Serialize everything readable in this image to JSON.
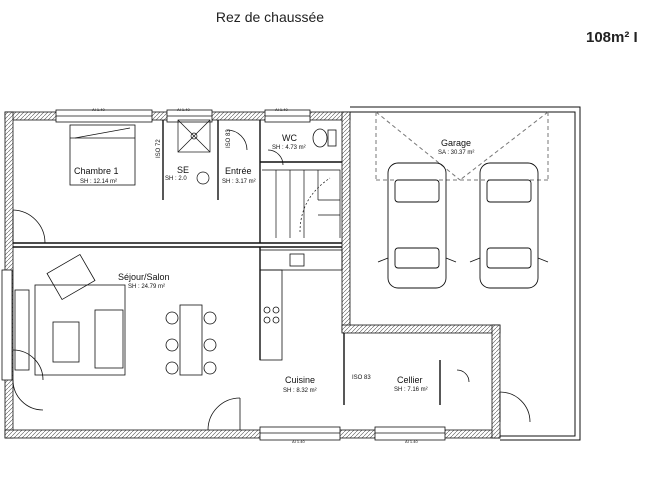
{
  "header": {
    "title": "Rez de chaussée",
    "area": "108m² I"
  },
  "plan": {
    "rooms": {
      "chambre": {
        "name": "Chambre 1",
        "area": "SH : 12.14 m²"
      },
      "se": {
        "name": "SE",
        "area": "SH : 2.0"
      },
      "entree": {
        "name": "Entrée",
        "area": "SH : 3.17 m²"
      },
      "wc": {
        "name": "WC",
        "area": "SH : 4.73 m²"
      },
      "garage": {
        "name": "Garage",
        "area": "SA : 30.37 m²"
      },
      "sejour": {
        "name": "Séjour/Salon",
        "area": "SH : 24.79 m²"
      },
      "cuisine": {
        "name": "Cuisine",
        "area": "SH : 8.32 m²"
      },
      "cellier": {
        "name": "Cellier",
        "area": "SH : 7.16 m²"
      }
    },
    "insulation": {
      "iso_a": "ISO 83",
      "iso_b": "ISO 83",
      "iso_c": "ISO 72"
    },
    "openings": [
      "AI 1.40",
      "AI 1.40",
      "AI 1.40",
      "AI 1.40",
      "AI 1.40"
    ]
  }
}
